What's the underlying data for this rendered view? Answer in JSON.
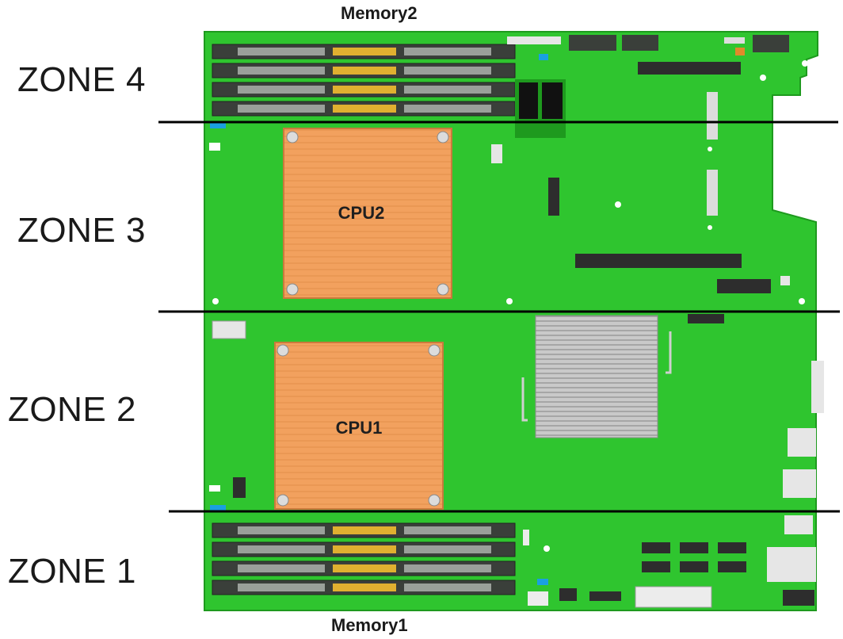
{
  "zones": [
    {
      "label": "ZONE 4"
    },
    {
      "label": "ZONE 3"
    },
    {
      "label": "ZONE 2"
    },
    {
      "label": "ZONE 1"
    }
  ],
  "memory_top": "Memory2",
  "memory_bottom": "Memory1",
  "cpus": {
    "upper": "CPU2",
    "lower": "CPU1"
  },
  "colors": {
    "board": "#2fc52f",
    "board_edge": "#1e9a1e",
    "heatsink": "#f2a15e",
    "heatsink_edge": "#c97a3c",
    "divider": "#000000",
    "text": "#1a1a1a"
  }
}
